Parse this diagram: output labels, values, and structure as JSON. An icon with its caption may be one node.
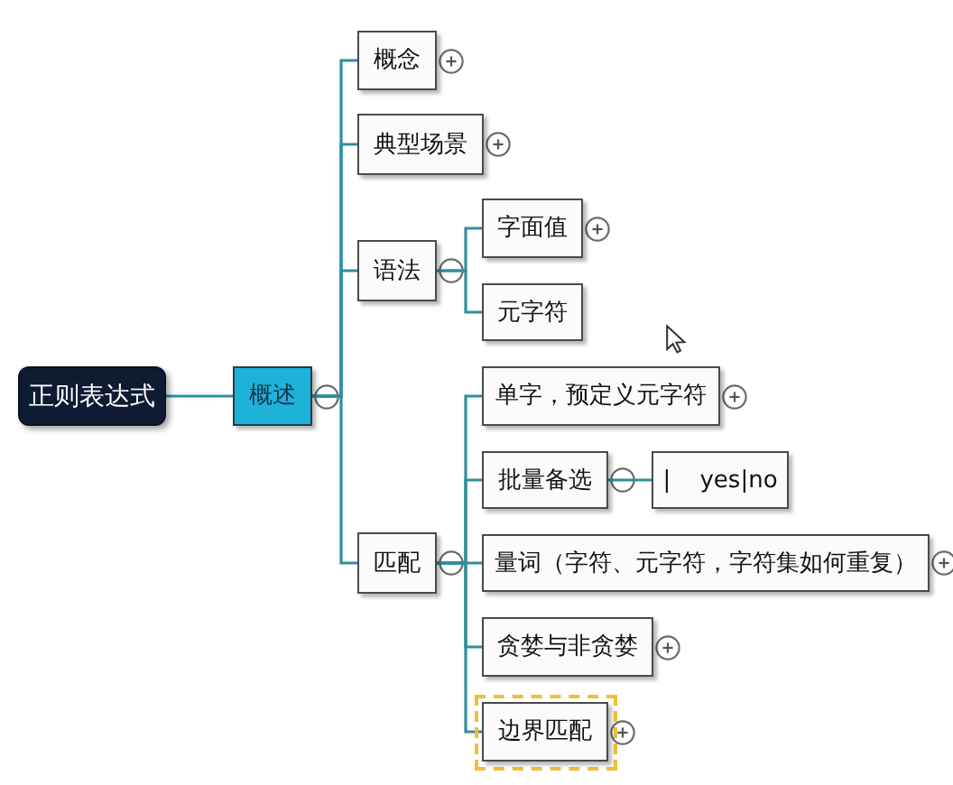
{
  "diagram": {
    "nodes": [
      {
        "text": [
          "正则表达式"
        ]
      },
      {
        "text": [
          "概述"
        ]
      },
      {
        "text": [
          "概念"
        ]
      },
      {
        "text": [
          "典型场景"
        ]
      },
      {
        "text": [
          "语法"
        ]
      },
      {
        "text": [
          "字面值"
        ]
      },
      {
        "text": [
          "元字符"
        ]
      },
      {
        "text": [
          "匹配"
        ]
      },
      {
        "text": [
          "单字，预定义元字符"
        ]
      },
      {
        "text": [
          "批量备选"
        ]
      },
      {
        "text": [
          "| yes|no"
        ]
      },
      {
        "text": [
          "量词（字符、元字符，字符集如何重复）"
        ]
      },
      {
        "text": [
          "贪婪与非贪婪"
        ]
      },
      {
        "text": [
          "边界匹配"
        ]
      }
    ],
    "edges": [
      {
        "from": 0,
        "to": 1,
        "arrow": "none"
      },
      {
        "from": 1,
        "to": 2,
        "arrow": "none"
      },
      {
        "from": 1,
        "to": 3,
        "arrow": "none"
      },
      {
        "from": 1,
        "to": 4,
        "arrow": "none"
      },
      {
        "from": 1,
        "to": 7,
        "arrow": "none"
      },
      {
        "from": 4,
        "to": 5,
        "arrow": "none"
      },
      {
        "from": 4,
        "to": 6,
        "arrow": "none"
      },
      {
        "from": 7,
        "to": 8,
        "arrow": "none"
      },
      {
        "from": 7,
        "to": 9,
        "arrow": "none"
      },
      {
        "from": 7,
        "to": 11,
        "arrow": "none"
      },
      {
        "from": 7,
        "to": 12,
        "arrow": "none"
      },
      {
        "from": 7,
        "to": 13,
        "arrow": "none"
      },
      {
        "from": 9,
        "to": 10,
        "arrow": "none"
      }
    ]
  }
}
